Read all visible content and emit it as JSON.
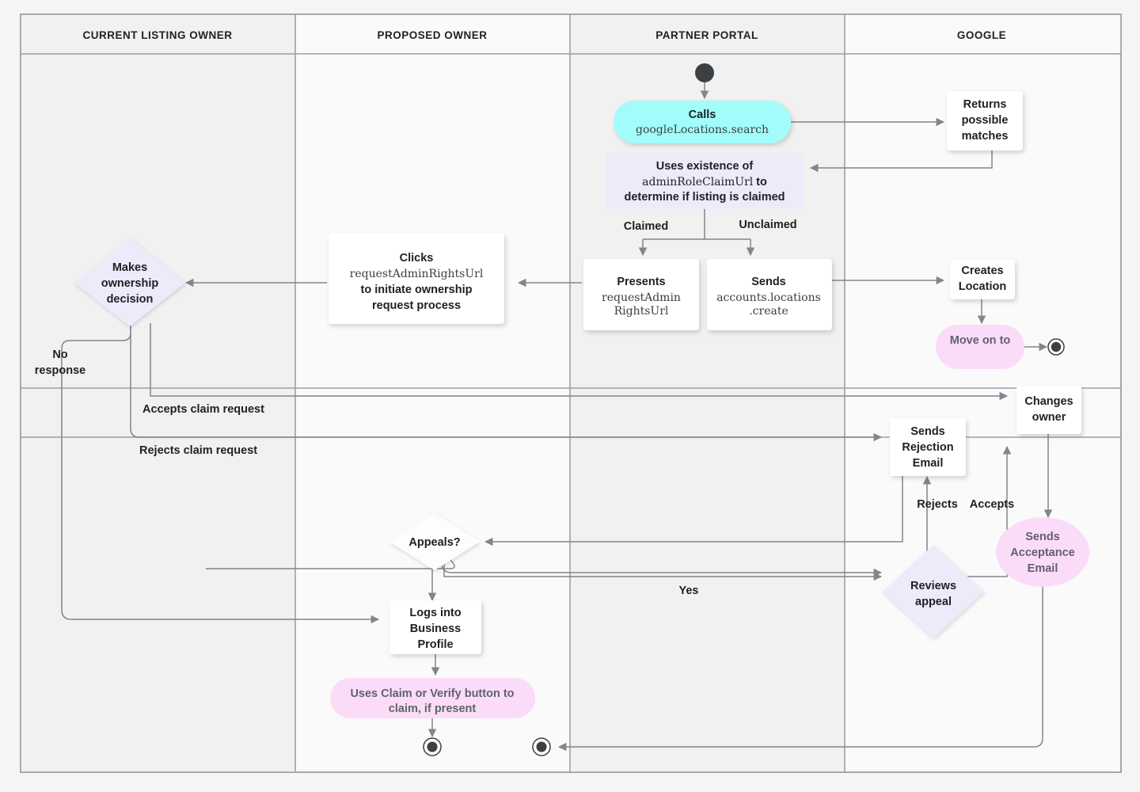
{
  "diagram": {
    "title": "Business Profile listing ownership transfer flow",
    "background": "#f5f5f5",
    "lane_fill_alt": "#f1f1f1",
    "lane_fill": "#fafafa",
    "border_color": "#9aa0a6",
    "edge_color": "#80868b",
    "text_color": "#202124",
    "colors": {
      "cyan": "#a2fcfa",
      "lavender": "#edeafa",
      "pink": "#fbdcf8",
      "white": "#ffffff",
      "node_stroke": "#dadce0"
    }
  },
  "lanes": [
    {
      "id": "lane-current-listing-owner",
      "label": "CURRENT LISTING OWNER"
    },
    {
      "id": "lane-proposed-owner",
      "label": "PROPOSED OWNER"
    },
    {
      "id": "lane-partner-portal",
      "label": "PARTNER PORTAL"
    },
    {
      "id": "lane-google",
      "label": "GOOGLE"
    }
  ],
  "nodes": {
    "start_partner": {
      "name": "start-node",
      "type": "start"
    },
    "calls_search": {
      "name": "calls-google-locations-search",
      "type": "rounded",
      "fill": "cyan",
      "line1": "Calls",
      "line2": "googleLocations.search"
    },
    "returns_matches": {
      "name": "returns-possible-matches",
      "type": "box",
      "fill": "white",
      "line1": "Returns",
      "line2": "possible",
      "line3": "matches"
    },
    "uses_existence": {
      "name": "uses-existence-of-admin-role-claim-url",
      "type": "rect",
      "fill": "lavender",
      "line1": "Uses existence of",
      "line2_code": "adminRoleClaimUrl",
      "line2_tail": "to",
      "line3": "determine if listing is claimed"
    },
    "presents_url": {
      "name": "presents-request-admin-rights-url",
      "type": "box",
      "fill": "white",
      "line1": "Presents",
      "line2": "requestAdmin",
      "line3": "RightsUrl"
    },
    "sends_create": {
      "name": "sends-accounts-locations-create",
      "type": "box",
      "fill": "white",
      "line1": "Sends",
      "line2": "accounts.locations",
      "line3": ".create"
    },
    "clicks_url": {
      "name": "clicks-request-admin-rights-url",
      "type": "box",
      "fill": "white",
      "line1": "Clicks",
      "line2": "requestAdminRightsUrl",
      "line3": "to initiate ownership",
      "line4": "request process"
    },
    "makes_decision": {
      "name": "makes-ownership-decision",
      "type": "diamond",
      "fill": "lavender",
      "line1": "Makes",
      "line2": "ownership",
      "line3": "decision"
    },
    "creates_location": {
      "name": "creates-location",
      "type": "box",
      "fill": "white",
      "line1": "Creates",
      "line2": "Location"
    },
    "move_on_to": {
      "name": "move-on-to",
      "type": "rounded",
      "fill": "pink",
      "line1": "Move on to"
    },
    "end_google": {
      "name": "end-node-google",
      "type": "end"
    },
    "changes_owner": {
      "name": "changes-owner",
      "type": "box",
      "fill": "white",
      "line1": "Changes",
      "line2": "owner"
    },
    "sends_rejection": {
      "name": "sends-rejection-email",
      "type": "box",
      "fill": "white",
      "line1": "Sends",
      "line2": "Rejection",
      "line3": "Email"
    },
    "sends_acceptance": {
      "name": "sends-acceptance-email",
      "type": "rounded",
      "fill": "pink",
      "line1": "Sends",
      "line2": "Acceptance",
      "line3": "Email"
    },
    "appeals": {
      "name": "appeals-decision",
      "type": "diamond",
      "fill": "white",
      "line1": "Appeals?"
    },
    "reviews_appeal": {
      "name": "reviews-appeal",
      "type": "diamond",
      "fill": "lavender",
      "line1": "Reviews",
      "line2": "appeal"
    },
    "logs_into": {
      "name": "logs-into-business-profile",
      "type": "box",
      "fill": "white",
      "line1": "Logs into",
      "line2": "Business",
      "line3": "Profile"
    },
    "uses_claim": {
      "name": "uses-claim-or-verify-button",
      "type": "rounded",
      "fill": "pink",
      "line1": "Uses Claim or Verify button to",
      "line2": "claim, if present"
    },
    "end_proposed": {
      "name": "end-node-proposed-owner",
      "type": "end"
    },
    "end_partner": {
      "name": "end-node-partner-portal",
      "type": "end"
    }
  },
  "edge_labels": {
    "claimed": "Claimed",
    "unclaimed": "Unclaimed",
    "no_response": "No\nresponse",
    "no_response_l1": "No",
    "no_response_l2": "response",
    "accepts_claim_request": "Accepts claim request",
    "rejects_claim_request": "Rejects claim request",
    "rejects": "Rejects",
    "accepts": "Accepts",
    "yes": "Yes"
  }
}
